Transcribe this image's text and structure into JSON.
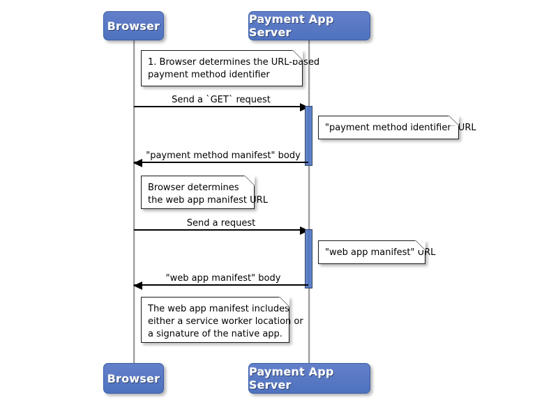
{
  "diagram": {
    "type": "sequence-diagram",
    "title": "Payment method manifest and web app manifest retrieval",
    "background_color": "#ffffff",
    "participant_color": "#5b7fc7",
    "activation_color": "#5075c0",
    "line_color": "#000000"
  },
  "participants": [
    {
      "id": "browser",
      "label": "Browser"
    },
    {
      "id": "server",
      "label": "Payment App Server"
    }
  ],
  "participants_bottom": [
    {
      "id": "browser",
      "label": "Browser"
    },
    {
      "id": "server",
      "label": "Payment App Server"
    }
  ],
  "messages": [
    {
      "id": "m1",
      "label": "Send a `GET` request",
      "direction": "right"
    },
    {
      "id": "m2",
      "label": "\"payment method manifest\" body",
      "direction": "left"
    },
    {
      "id": "m3",
      "label": "Send a request",
      "direction": "right"
    },
    {
      "id": "m4",
      "label": "\"web app manifest\" body",
      "direction": "left"
    }
  ],
  "notes": [
    {
      "id": "n1",
      "lines": [
        "1. Browser determines the URL-based",
        "payment method identifier"
      ]
    },
    {
      "id": "n2",
      "lines": [
        "\"payment method identifier\" URL"
      ]
    },
    {
      "id": "n3",
      "lines": [
        "Browser determines",
        "the web app manifest URL"
      ]
    },
    {
      "id": "n4",
      "lines": [
        "\"web app manifest\" URL"
      ]
    },
    {
      "id": "n5",
      "lines": [
        "The web app manifest includes",
        "either a service worker location or",
        "a signature of the native app."
      ]
    }
  ]
}
